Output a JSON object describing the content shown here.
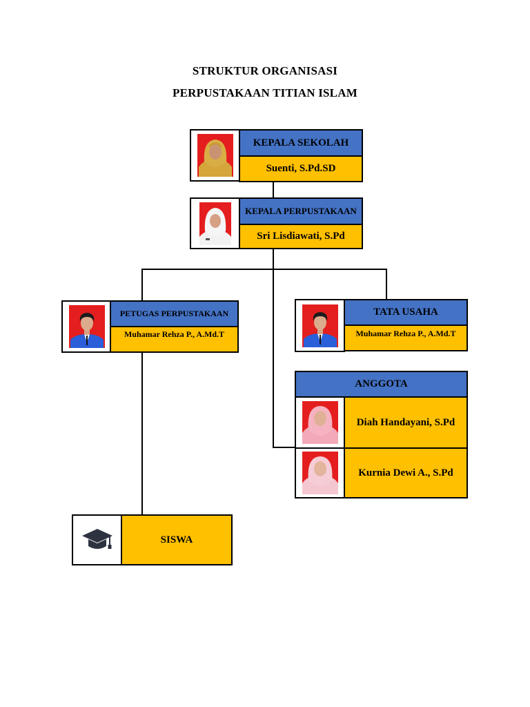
{
  "title": {
    "line1": "STRUKTUR ORGANISASI",
    "line2": "PERPUSTAKAAN TITIAN ISLAM"
  },
  "colors": {
    "role_header": "#4472c4",
    "name_box": "#ffc000",
    "photo_background": "#e41e1e",
    "line": "#000000"
  },
  "kepala_sekolah": {
    "role": "KEPALA SEKOLAH",
    "name": "Suenti, S.Pd.SD",
    "photo": "woman-hijab-photo"
  },
  "kepala_perpustakaan": {
    "role": "KEPALA PERPUSTAKAAN",
    "name": "Sri Lisdiawati, S.Pd",
    "photo": "woman-hijab-photo"
  },
  "petugas_perpustakaan": {
    "role": "PETUGAS PERPUSTAKAAN",
    "name": "Muhamar Rehza P., A.Md.T",
    "photo": "man-photo"
  },
  "tata_usaha": {
    "role": "TATA USAHA",
    "name": "Muhamar Rehza P., A.Md.T",
    "photo": "man-photo"
  },
  "anggota": {
    "role": "ANGGOTA",
    "members": [
      {
        "name": "Diah Handayani, S.Pd",
        "photo": "woman-hijab-photo"
      },
      {
        "name": "Kurnia Dewi A., S.Pd",
        "photo": "woman-hijab-photo"
      }
    ]
  },
  "siswa": {
    "label": "SISWA",
    "icon": "graduation-cap-icon"
  }
}
